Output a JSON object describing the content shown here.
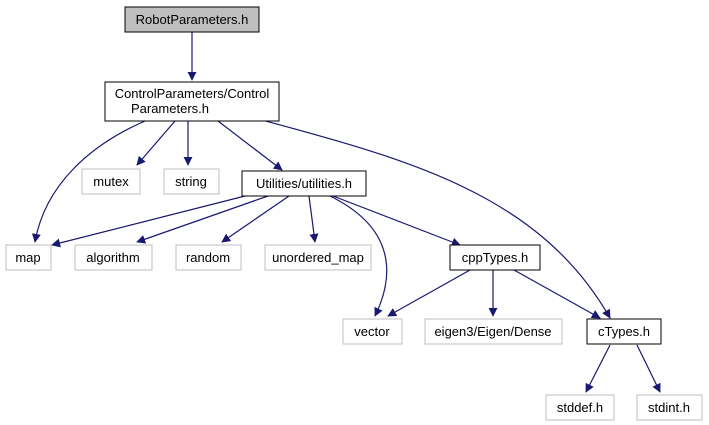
{
  "colors": {
    "edge": "#191970",
    "node_border": "#000000",
    "external_border": "#bfbfbf",
    "root_fill": "#bfbfbf",
    "node_fill": "#ffffff"
  },
  "nodes": {
    "robot_parameters": {
      "label": "RobotParameters.h"
    },
    "control_parameters": {
      "label_line1": "ControlParameters/Control",
      "label_line2": "Parameters.h"
    },
    "mutex": {
      "label": "mutex"
    },
    "string": {
      "label": "string"
    },
    "utilities": {
      "label": "Utilities/utilities.h"
    },
    "map": {
      "label": "map"
    },
    "algorithm": {
      "label": "algorithm"
    },
    "random": {
      "label": "random"
    },
    "unordered_map": {
      "label": "unordered_map"
    },
    "cpptypes": {
      "label": "cppTypes.h"
    },
    "vector": {
      "label": "vector"
    },
    "eigen_dense": {
      "label": "eigen3/Eigen/Dense"
    },
    "ctypes": {
      "label": "cTypes.h"
    },
    "stddef": {
      "label": "stddef.h"
    },
    "stdint": {
      "label": "stdint.h"
    }
  }
}
